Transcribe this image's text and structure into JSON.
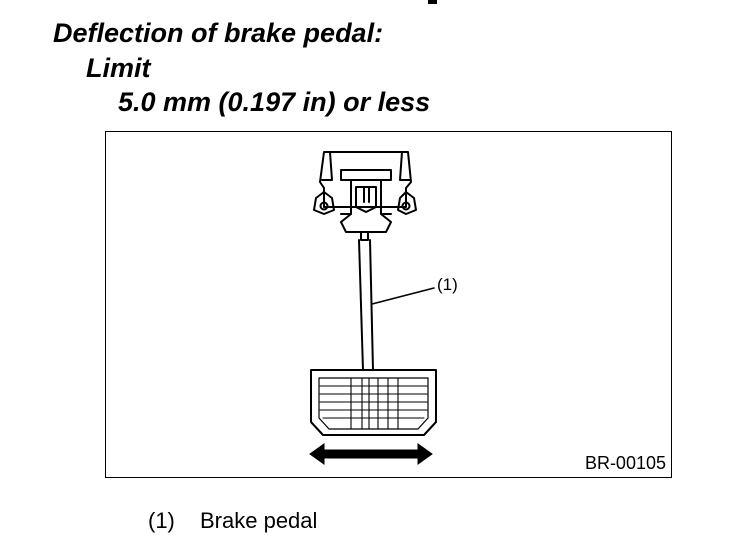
{
  "spec": {
    "heading": "Deflection of brake pedal:",
    "limit_label": "Limit",
    "limit_value": "5.0 mm (0.197 in) or less"
  },
  "figure": {
    "callout": "(1)",
    "code": "BR-00105",
    "icons": [
      "brake-pedal-illustration",
      "double-arrow-icon"
    ]
  },
  "legend": {
    "number": "(1)",
    "label": "Brake pedal"
  }
}
